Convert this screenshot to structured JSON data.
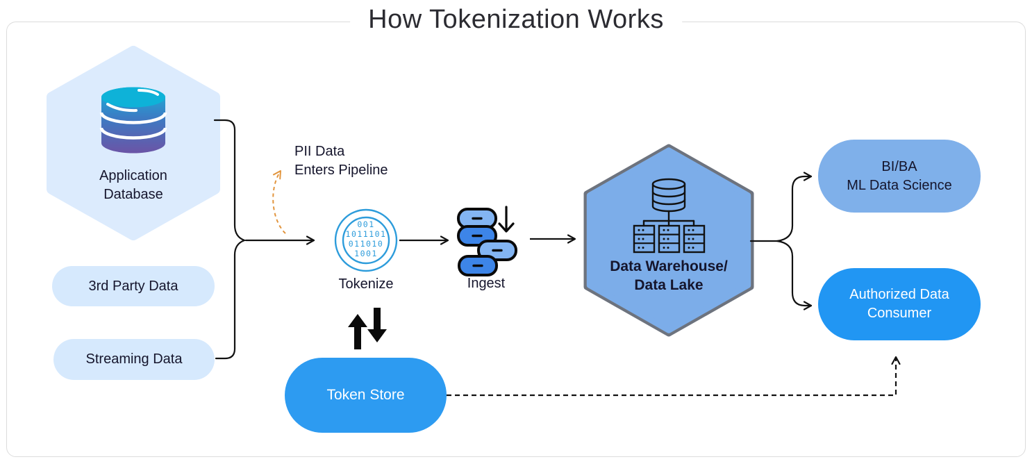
{
  "title": "How Tokenization Works",
  "palette": {
    "light_hex_fill": "#dcebfd",
    "light_pill_fill": "#d6e9fd",
    "medium_blue": "#7fb0ea",
    "bright_blue": "#2196f3",
    "token_store_blue": "#2d9bf1",
    "tokenize_icon_blue": "#2d9cdb",
    "pii_arrow_orange": "#e2953e",
    "dark_text": "#15152c",
    "connector_black": "#111111",
    "warehouse_hex_fill": "#7cade9",
    "warehouse_hex_border": "#6d737e",
    "db_gradient_top": "#17b6db",
    "db_gradient_bottom": "#6b54a6"
  },
  "sources": {
    "application_database": {
      "line1": "Application",
      "line2": "Database"
    },
    "third_party": {
      "label": "3rd Party Data"
    },
    "streaming": {
      "label": "Streaming Data"
    }
  },
  "pipeline": {
    "pii_note": {
      "line1": "PII Data",
      "line2": "Enters Pipeline"
    },
    "tokenize": {
      "label": "Tokenize",
      "binary_rows": [
        "001",
        "1011101",
        "011010",
        "1001"
      ]
    },
    "ingest": {
      "label": "Ingest"
    }
  },
  "warehouse": {
    "line1": "Data Warehouse/",
    "line2": "Data Lake"
  },
  "consumers": {
    "bi_ml": {
      "line1": "BI/BA",
      "line2": "ML Data Science"
    },
    "authorized": {
      "line1": "Authorized Data",
      "line2": "Consumer"
    }
  },
  "token_store": {
    "label": "Token Store"
  }
}
